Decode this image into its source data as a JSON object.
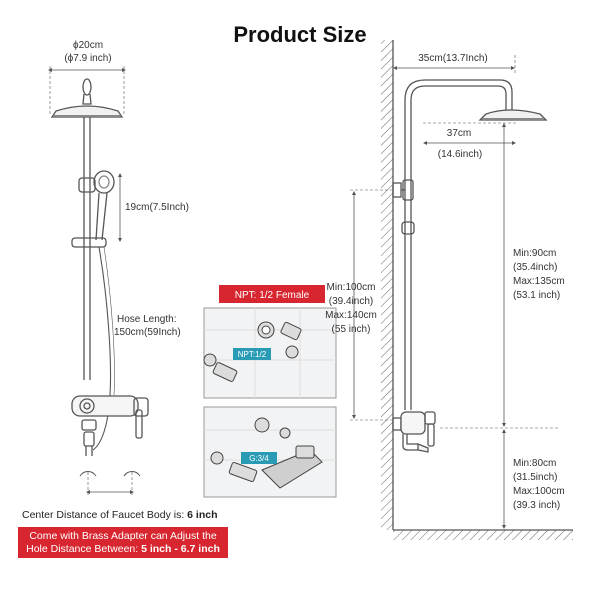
{
  "title": "Product Size",
  "left_view": {
    "head_diameter_cm": "ϕ20cm",
    "head_diameter_in": "(ϕ7.9 inch)",
    "holder_height": "19cm(7.5Inch)",
    "hose_label": "Hose Length:",
    "hose_value": "150cm(59Inch)"
  },
  "right_view": {
    "arm_reach": "35cm(13.7Inch)",
    "head_drop_cm": "37cm",
    "head_drop_in": "(14.6inch)",
    "bar_min_cm": "Min:90cm",
    "bar_min_in": "(35.4inch)",
    "bar_max_cm": "Max:135cm",
    "bar_max_in": "(53.1 inch)",
    "pipe_min_cm": "Min:100cm",
    "pipe_min_in": "(39.4inch)",
    "pipe_max_cm": "Max:140cm",
    "pipe_max_in": "(55 inch)",
    "floor_min_cm": "Min:80cm",
    "floor_min_in": "(31.5inch)",
    "floor_max_cm": "Max:100cm",
    "floor_max_in": "(39.3 inch)"
  },
  "detail": {
    "npt_banner": "NPT: 1/2 Female",
    "npt_tag": "NPT:1/2",
    "g_tag": "G:3/4"
  },
  "notes": {
    "center_distance_prefix": "Center Distance of Faucet Body is: ",
    "center_distance_value": "6 inch",
    "adapter_line1": "Come with Brass Adapter can Adjust the",
    "adapter_line2_prefix": "Hole Distance Between: ",
    "adapter_line2_value": "5 inch - 6.7 inch"
  },
  "colors": {
    "line": "#555555",
    "accent_red": "#d7262f",
    "accent_teal": "#2a9bb4",
    "wall_hatch": "#666666"
  }
}
